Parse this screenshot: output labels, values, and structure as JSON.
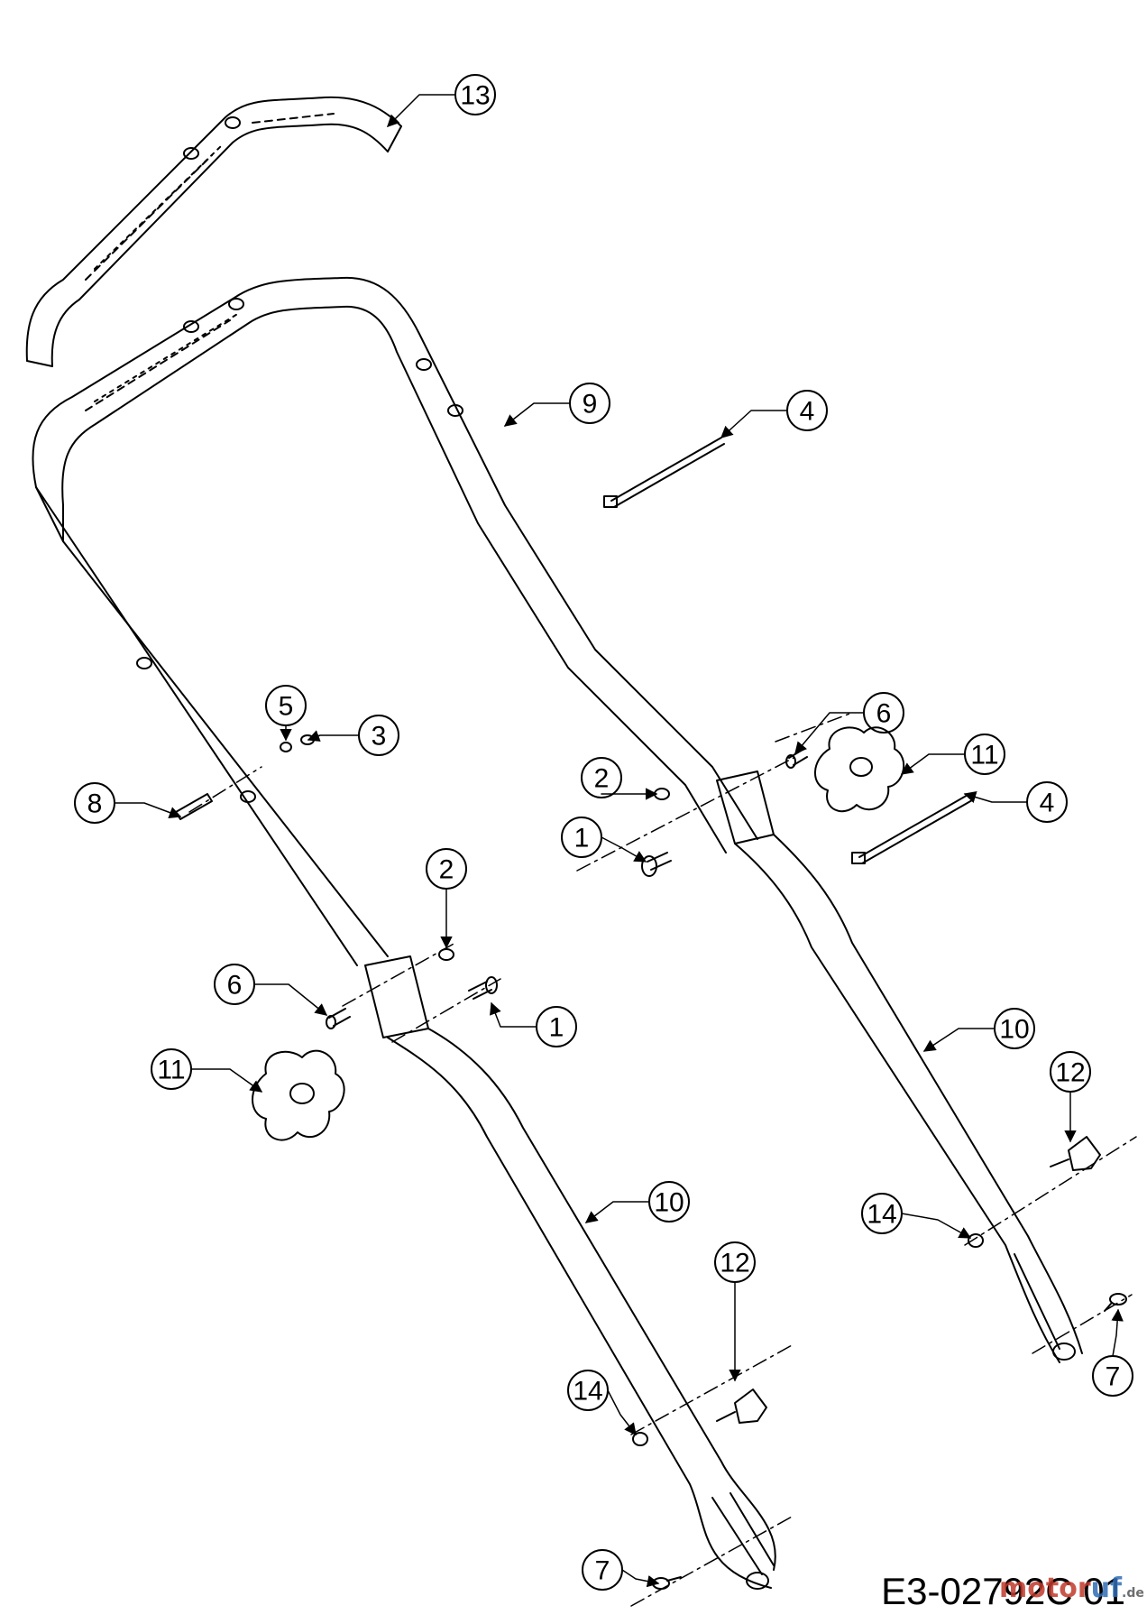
{
  "diagram": {
    "drawing_code": "E3-02792C 01",
    "watermark": {
      "part1": "motor",
      "part2": "uf",
      "suffix": ".de"
    },
    "callouts": [
      {
        "id": "c13",
        "label": "13"
      },
      {
        "id": "c9",
        "label": "9"
      },
      {
        "id": "c4a",
        "label": "4"
      },
      {
        "id": "c5",
        "label": "5"
      },
      {
        "id": "c3",
        "label": "3"
      },
      {
        "id": "c8",
        "label": "8"
      },
      {
        "id": "c2a",
        "label": "2"
      },
      {
        "id": "c6a",
        "label": "6"
      },
      {
        "id": "c1a",
        "label": "1"
      },
      {
        "id": "c11a",
        "label": "11"
      },
      {
        "id": "c10a",
        "label": "10"
      },
      {
        "id": "c12a",
        "label": "12"
      },
      {
        "id": "c14a",
        "label": "14"
      },
      {
        "id": "c7a",
        "label": "7"
      },
      {
        "id": "c6b",
        "label": "6"
      },
      {
        "id": "c11b",
        "label": "11"
      },
      {
        "id": "c4b",
        "label": "4"
      },
      {
        "id": "c2b",
        "label": "2"
      },
      {
        "id": "c1b",
        "label": "1"
      },
      {
        "id": "c10b",
        "label": "10"
      },
      {
        "id": "c12b",
        "label": "12"
      },
      {
        "id": "c14b",
        "label": "14"
      },
      {
        "id": "c7b",
        "label": "7"
      }
    ]
  }
}
